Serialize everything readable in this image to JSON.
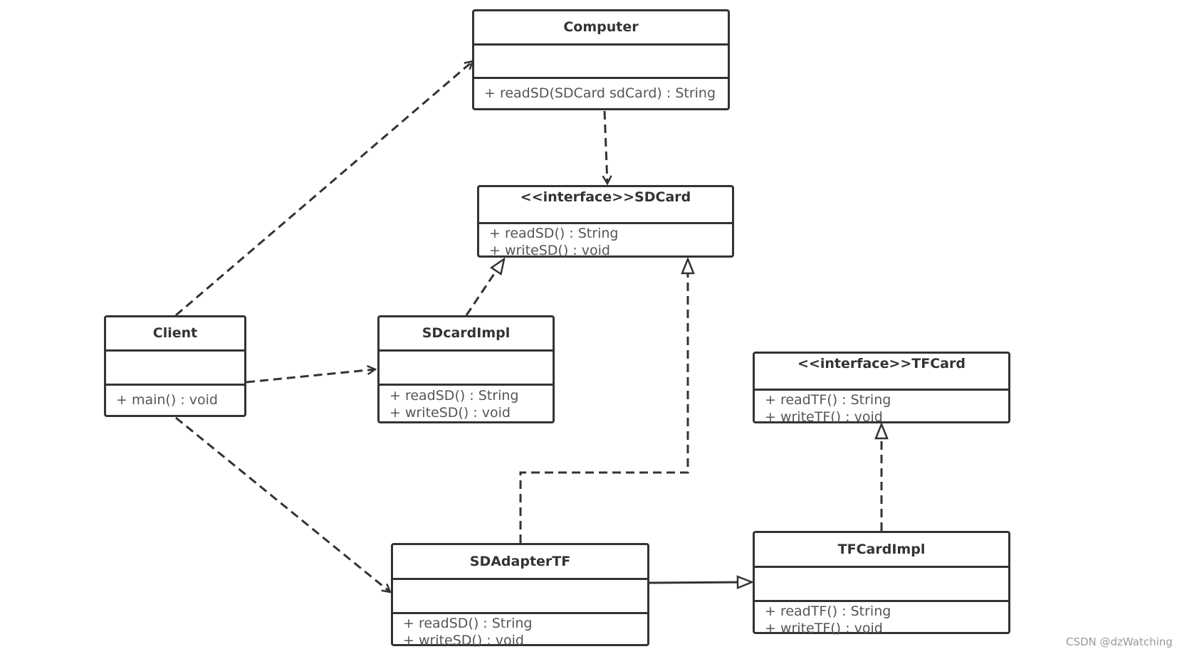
{
  "classes": {
    "computer": {
      "name": "Computer",
      "methods": [
        "+ readSD(SDCard sdCard) : String"
      ]
    },
    "sdcard": {
      "name": "<<interface>>SDCard",
      "methods": [
        "+ readSD() : String",
        "+ writeSD() : void"
      ]
    },
    "client": {
      "name": "Client",
      "methods": [
        "+ main() : void"
      ]
    },
    "sdcardimpl": {
      "name": "SDcardImpl",
      "methods": [
        "+ readSD() : String",
        "+ writeSD() : void"
      ]
    },
    "tfcard": {
      "name": "<<interface>>TFCard",
      "methods": [
        "+ readTF() : String",
        "+ writeTF() : void"
      ]
    },
    "sdadaptertf": {
      "name": "SDAdapterTF",
      "methods": [
        "+ readSD() : String",
        "+ writeSD() : void"
      ]
    },
    "tfcardimpl": {
      "name": "TFCardImpl",
      "methods": [
        "+ readTF() : String",
        "+ writeTF() : void"
      ]
    }
  },
  "relations": [
    {
      "from": "Client",
      "to": "Computer",
      "type": "dependency"
    },
    {
      "from": "Computer",
      "to": "SDCard",
      "type": "dependency"
    },
    {
      "from": "SDcardImpl",
      "to": "SDCard",
      "type": "realization"
    },
    {
      "from": "Client",
      "to": "SDcardImpl",
      "type": "dependency"
    },
    {
      "from": "Client",
      "to": "SDAdapterTF",
      "type": "dependency"
    },
    {
      "from": "SDAdapterTF",
      "to": "SDCard",
      "type": "realization"
    },
    {
      "from": "TFCardImpl",
      "to": "TFCard",
      "type": "realization"
    },
    {
      "from": "SDAdapterTF",
      "to": "TFCardImpl",
      "type": "generalization"
    }
  ],
  "watermark": "CSDN @dzWatching"
}
